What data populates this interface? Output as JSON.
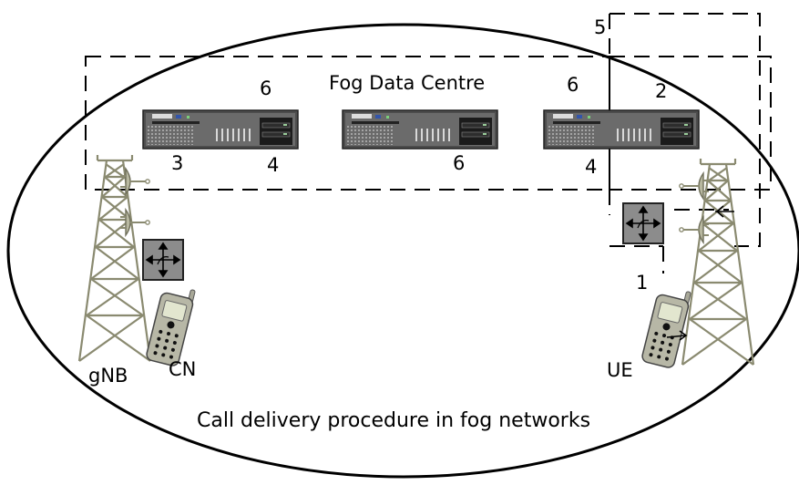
{
  "title": "Fog Data Centre",
  "caption": "Call delivery procedure in fog networks",
  "nodes": {
    "left_tower": "gNB",
    "left_phone": "CN",
    "right_phone": "UE"
  },
  "step_labels": {
    "s1": "1",
    "s2": "2",
    "s3": "3",
    "s4a": "4",
    "s4b": "4",
    "s5": "5",
    "s6a": "6",
    "s6b": "6",
    "s6c": "6"
  },
  "colors": {
    "tower": "#8a8a70",
    "server_body": "#555555",
    "router_fill": "#888888",
    "phone_body": "#b4b4a4",
    "outline": "#000000"
  },
  "icons": [
    "tower-icon",
    "server-icon",
    "router-icon",
    "phone-icon"
  ]
}
